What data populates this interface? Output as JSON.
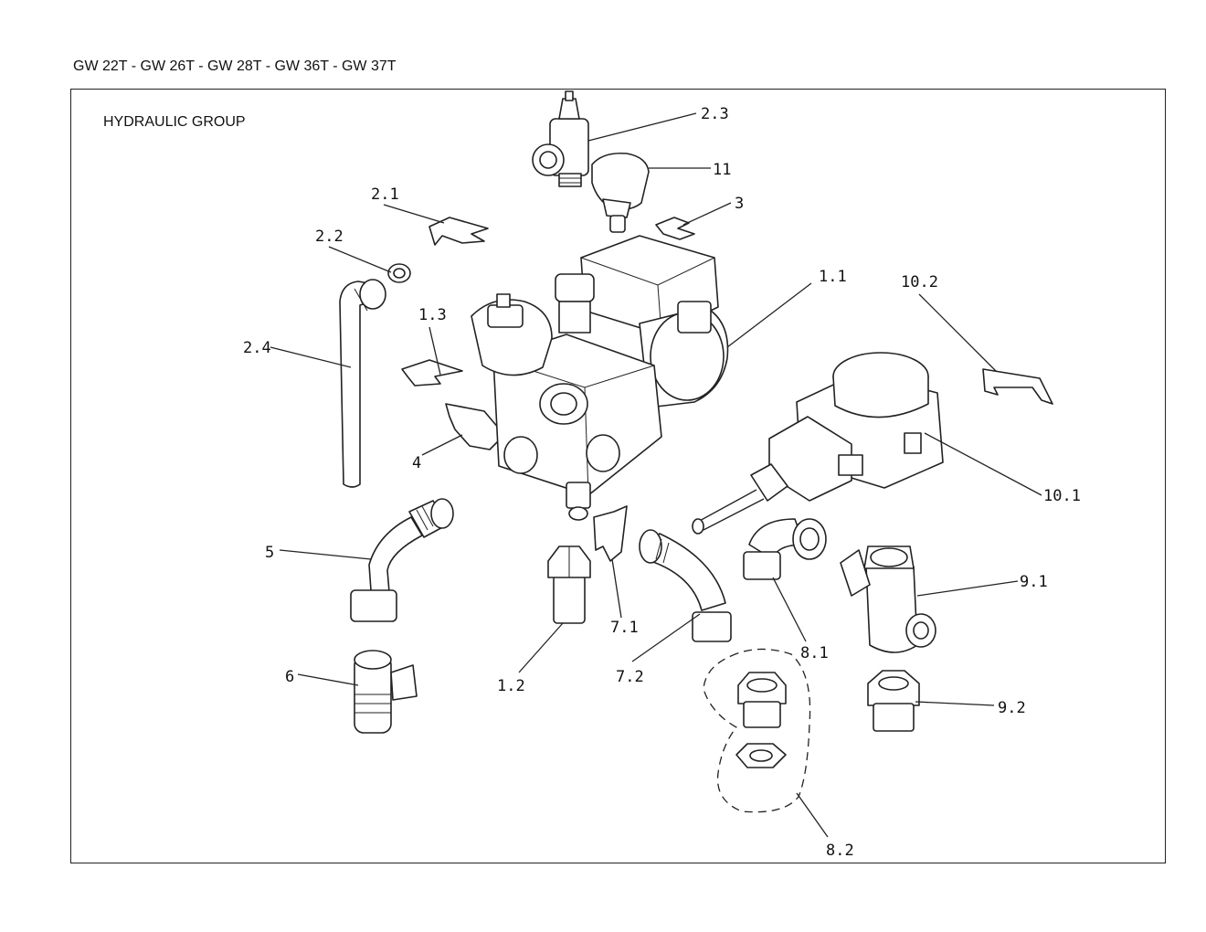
{
  "header": {
    "models": "GW 22T - GW 26T - GW 28T - GW 36T - GW 37T"
  },
  "diagram": {
    "group_title": "HYDRAULIC GROUP"
  },
  "parts": {
    "p1_1": "1.1",
    "p1_2": "1.2",
    "p1_3": "1.3",
    "p2_1": "2.1",
    "p2_2": "2.2",
    "p2_3": "2.3",
    "p2_4": "2.4",
    "p3": "3",
    "p4": "4",
    "p5": "5",
    "p6": "6",
    "p7_1": "7.1",
    "p7_2": "7.2",
    "p8_1": "8.1",
    "p8_2": "8.2",
    "p9_1": "9.1",
    "p9_2": "9.2",
    "p10_1": "10.1",
    "p10_2": "10.2",
    "p11": "11"
  }
}
